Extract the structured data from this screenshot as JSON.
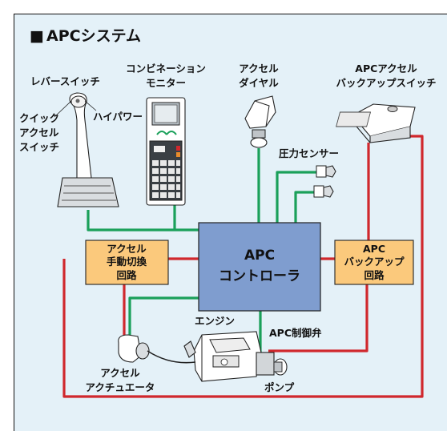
{
  "title": {
    "marker": "■",
    "text": "APCシステム"
  },
  "colors": {
    "background": "#e4f1f8",
    "title_marker": "#1f6fb5",
    "controller_fill": "#7f9dcf",
    "circuit_box_fill": "#fbc97c",
    "signal_line": "#1aa05a",
    "power_line": "#d0282d"
  },
  "controller": {
    "line1": "APC",
    "line2": "コントローラ"
  },
  "circuit_left": {
    "line1": "アクセル",
    "line2": "手動切換",
    "line3": "回路"
  },
  "circuit_right": {
    "line1": "APC",
    "line2": "バックアップ",
    "line3": "回路"
  },
  "components": {
    "lever_switch": {
      "label": "レバースイッチ",
      "icon": "joystick-lever-icon"
    },
    "quick_accel": {
      "line1": "クイック",
      "line2": "アクセル",
      "line3": "スイッチ"
    },
    "high_power": {
      "label": "ハイパワー"
    },
    "combination_monitor": {
      "line1": "コンビネーション",
      "line2": "モニター",
      "icon": "monitor-panel-icon"
    },
    "accel_dial": {
      "line1": "アクセル",
      "line2": "ダイヤル",
      "icon": "rotary-dial-icon"
    },
    "backup_switch": {
      "line1": "APCアクセル",
      "line2": "バックアップスイッチ",
      "icon": "switch-box-icon"
    },
    "pressure_sensor": {
      "label": "圧力センサー",
      "icon": "pressure-sensor-icon"
    },
    "engine": {
      "label": "エンジン",
      "icon": "engine-icon"
    },
    "control_valve": {
      "label": "APC制御弁"
    },
    "pump": {
      "label": "ポンプ",
      "icon": "pump-icon"
    },
    "accel_actuator": {
      "line1": "アクセル",
      "line2": "アクチュエータ",
      "icon": "actuator-icon"
    }
  }
}
